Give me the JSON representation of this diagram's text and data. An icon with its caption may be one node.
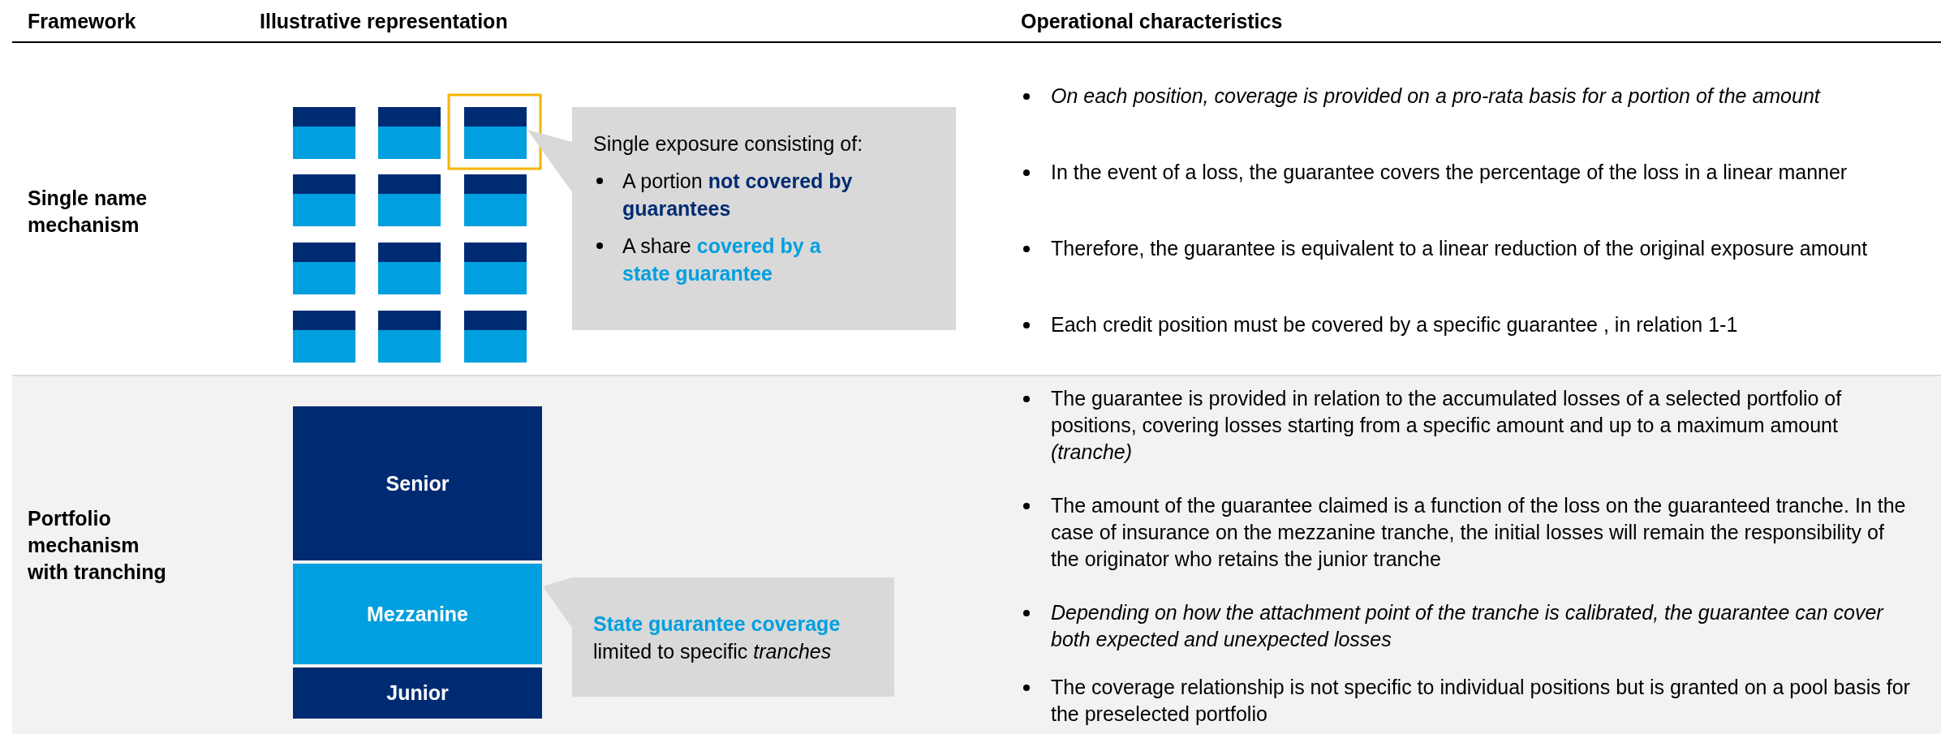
{
  "diagram": {
    "nodes": [
      {
        "text": [],
        "shape": "box"
      },
      {
        "text": [],
        "shape": "box"
      },
      {
        "text": [],
        "shape": "box"
      },
      {
        "text": [],
        "shape": "box"
      },
      {
        "text": [],
        "shape": "box"
      },
      {
        "text": [],
        "shape": "box"
      },
      {
        "text": [],
        "shape": "box"
      },
      {
        "text": [],
        "shape": "box"
      },
      {
        "text": [],
        "shape": "box"
      },
      {
        "text": [],
        "shape": "box"
      },
      {
        "text": [],
        "shape": "box"
      },
      {
        "text": [],
        "shape": "box"
      },
      {
        "text": [
          "Single exposure consisting of:",
          "A portion **not covered by guarantees**",
          "A share **covered by a state guarantee**"
        ]
      },
      {
        "text": [
          "Senior"
        ]
      },
      {
        "text": [
          "Mezzanine"
        ]
      },
      {
        "text": [
          "Junior"
        ]
      },
      {
        "text": [
          "**State guarantee coverage** limited to specific *tranches*"
        ]
      }
    ],
    "edges": [
      {
        "from": 12,
        "to": 2,
        "arrow": "to"
      },
      {
        "from": 16,
        "to": 14,
        "arrow": "to"
      }
    ],
    "labels": [
      "Framework",
      "Illustrative representation",
      "Operational characteristics",
      "Single name mechanism",
      "On each position, coverage is provided on a pro-rata basis for a portion of the amount",
      "In the event of a loss, the guarantee covers the percentage of the loss in a linear manner",
      "Therefore, the guarantee is equivalent to a linear reduction of the original exposure amount",
      "Each credit position must be covered by a specific guarantee , in relation 1-1",
      "Portfolio mechanism with tranching",
      "The guarantee is provided in relation to the accumulated losses of a selected portfolio of positions, covering losses starting from a specific amount and up to a maximum amount *(tranche)*",
      "The amount of the guarantee claimed is a function of the loss on the guaranteed tranche. In the case of insurance on the mezzanine tranche, the initial losses will remain the responsibility of the originator who retains the junior tranche",
      "*Depending on how the attachment point of the tranche is calibrated, the guarantee can cover both expected and unexpected losses*",
      "The coverage relationship is not specific to individual positions but is granted on a pool basis for the preselected portfolio"
    ]
  }
}
